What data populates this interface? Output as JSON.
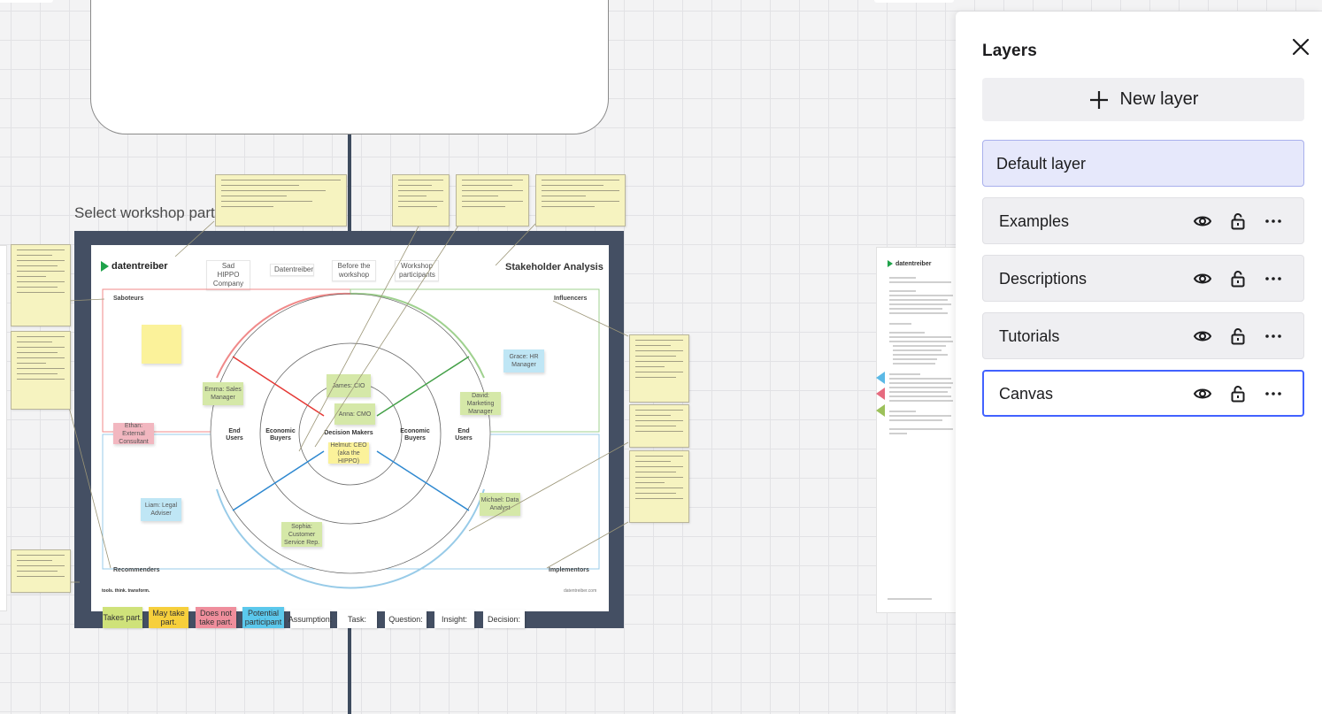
{
  "canvas": {
    "instruction": "Select workshop participants.",
    "board": {
      "logo": "datentreiber",
      "title": "Stakeholder Analysis",
      "header_chips": [
        "Sad HIPPO Company",
        "Datentreiber",
        "Before the workshop",
        "Workshop participants"
      ],
      "quadrants": [
        "Saboteurs",
        "Influencers",
        "Recommenders",
        "Implementors"
      ],
      "rings": [
        "End Users",
        "Economic Buyers",
        "Decision Makers",
        "Economic Buyers",
        "End Users"
      ],
      "notes": [
        "James: CIO",
        "Anna: CMO",
        "Helmut: CEO (aka the HIPPO)",
        "Emma: Sales Manager",
        "Ethan: External Consultant",
        "Liam: Legal Adviser",
        "Sophia: Customer Service Rep.",
        "Grace: HR Manager",
        "David: Marketing Manager",
        "Michael: Data Analyst"
      ],
      "footer_left": "tools. think. transform.",
      "footer_right": "datentreiber.com"
    },
    "legend": [
      "Takes part.",
      "May take part.",
      "Does not take part.",
      "Potential participant",
      "Assumption:",
      "Task:",
      "Question:",
      "Insight:",
      "Decision:"
    ],
    "colors": {
      "board_frame": "#444f63",
      "note_green": "#d5e8a8",
      "note_yellow": "#fbf29a",
      "note_pink": "#f2b7c0",
      "note_blue": "#bfe6f5",
      "saboteurs": "#f08a8a",
      "influencers": "#9fd18f",
      "recommenders": "#98cbe8"
    }
  },
  "layers_panel": {
    "title": "Layers",
    "new_layer_label": "New layer",
    "icons": [
      "close-icon",
      "plus-icon",
      "eye-icon",
      "lock-icon",
      "more-icon"
    ],
    "layers": [
      {
        "name": "Default layer",
        "state": "active"
      },
      {
        "name": "Examples",
        "state": "normal"
      },
      {
        "name": "Descriptions",
        "state": "normal"
      },
      {
        "name": "Tutorials",
        "state": "normal"
      },
      {
        "name": "Canvas",
        "state": "selected"
      }
    ],
    "accent": "#4262ff"
  }
}
